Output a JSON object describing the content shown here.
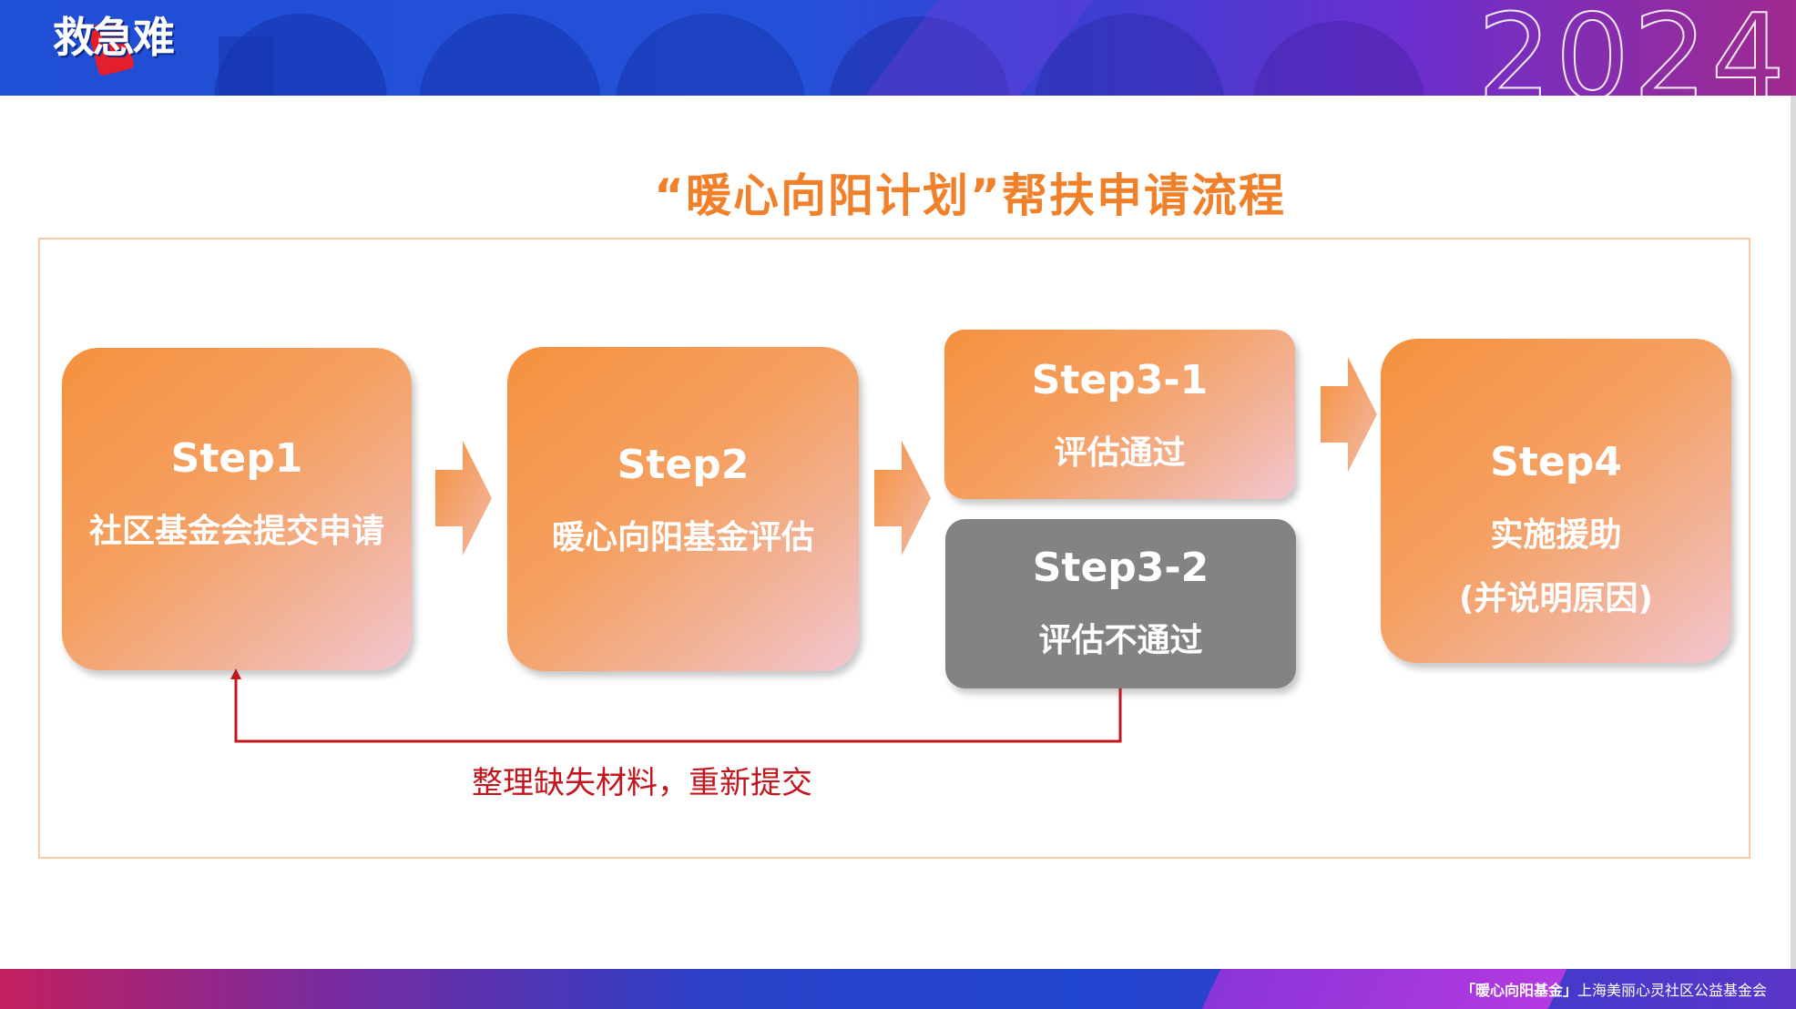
{
  "header": {
    "logo_text": "救急难",
    "year": "2024"
  },
  "page_title": "“暖心向阳计划”帮扶申请流程",
  "steps": [
    {
      "id": "step1",
      "title": "Step1",
      "lines": [
        "社区基金会提交申请"
      ]
    },
    {
      "id": "step2",
      "title": "Step2",
      "lines": [
        "暖心向阳基金评估"
      ]
    },
    {
      "id": "step3-1",
      "title": "Step3-1",
      "lines": [
        "评估通过"
      ]
    },
    {
      "id": "step3-2",
      "title": "Step3-2",
      "lines": [
        "评估不通过"
      ]
    },
    {
      "id": "step4",
      "title": "Step4",
      "lines": [
        "实施援助",
        "(并说明原因)"
      ]
    }
  ],
  "feedback": {
    "label": "整理缺失材料，重新提交",
    "from": "step3-2",
    "to": "step1"
  },
  "footer": {
    "brand": "「暖心向阳基金」",
    "org": "上海美丽心灵社区公益基金会"
  },
  "colors": {
    "accent_orange": "#f0812a",
    "step_gray": "#838383",
    "feedback_red": "#c0181e",
    "frame_border": "#f7c9a5"
  }
}
